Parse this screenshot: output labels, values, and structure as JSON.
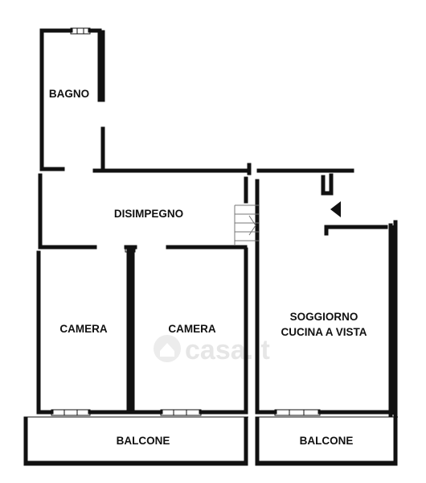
{
  "rooms": {
    "bagno": "BAGNO",
    "disimpegno": "DISIMPEGNO",
    "camera_1": "CAMERA",
    "camera_2": "CAMERA",
    "soggiorno_line1": "SOGGIORNO",
    "soggiorno_line2": "CUCINA A VISTA",
    "balcone_1": "BALCONE",
    "balcone_2": "BALCONE"
  },
  "watermark": {
    "text": "casa.it",
    "icon": "house-icon"
  },
  "colors": {
    "wall": "#111111",
    "background": "#ffffff",
    "watermark": "#e6e6e6"
  }
}
